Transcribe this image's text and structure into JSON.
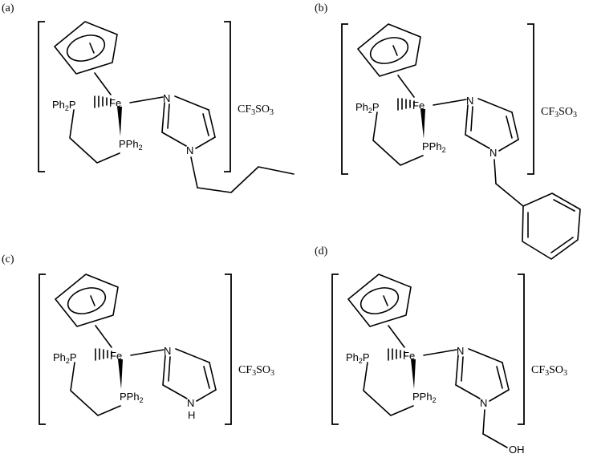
{
  "panels": [
    {
      "id": "a",
      "tag": "(a)",
      "counter": {
        "cf": "CF",
        "s1": "3",
        "so": "SO",
        "s2": "3"
      },
      "atoms": {
        "fe": "Fe",
        "n_top": "N",
        "n_sub": "N",
        "ph2p_a": "Ph",
        "ph2p_b": "2",
        "ph2p_c": "P",
        "pph2_a": "PPh",
        "pph2_b": "2"
      },
      "substituent": "butyl"
    },
    {
      "id": "b",
      "tag": "(b)",
      "counter": {
        "cf": "CF",
        "s1": "3",
        "so": "SO",
        "s2": "3"
      },
      "atoms": {
        "fe": "Fe",
        "n_top": "N",
        "n_sub": "N",
        "ph2p_a": "Ph",
        "ph2p_b": "2",
        "ph2p_c": "P",
        "pph2_a": "PPh",
        "pph2_b": "2"
      },
      "substituent": "benzyl"
    },
    {
      "id": "c",
      "tag": "(c)",
      "counter": {
        "cf": "CF",
        "s1": "3",
        "so": "SO",
        "s2": "3"
      },
      "atoms": {
        "fe": "Fe",
        "n_top": "N",
        "n_sub": "N",
        "nh_h": "H",
        "ph2p_a": "Ph",
        "ph2p_b": "2",
        "ph2p_c": "P",
        "pph2_a": "PPh",
        "pph2_b": "2"
      },
      "substituent": "hydrogen"
    },
    {
      "id": "d",
      "tag": "(d)",
      "counter": {
        "cf": "CF",
        "s1": "3",
        "so": "SO",
        "s2": "3"
      },
      "atoms": {
        "fe": "Fe",
        "n_top": "N",
        "n_sub": "N",
        "oh": "OH",
        "ph2p_a": "Ph",
        "ph2p_b": "2",
        "ph2p_c": "P",
        "pph2_a": "PPh",
        "pph2_b": "2"
      },
      "substituent": "hydroxymethyl"
    }
  ]
}
